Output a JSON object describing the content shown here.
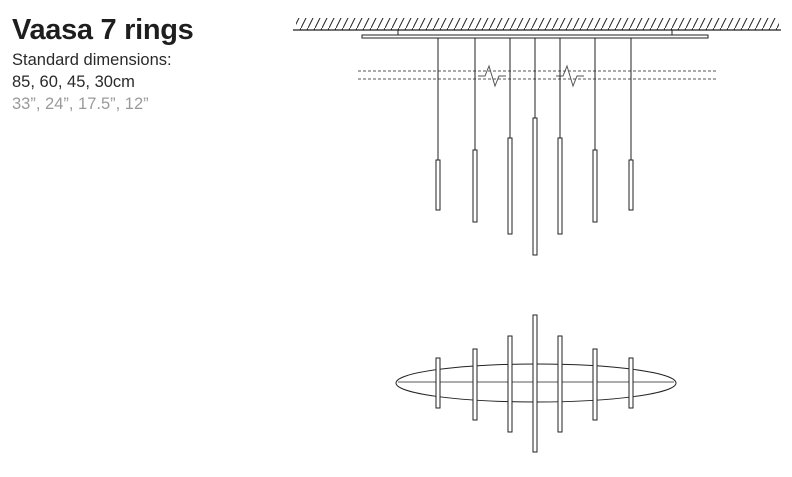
{
  "product": {
    "title": "Vaasa 7 rings",
    "subtitle": "Standard dimensions:",
    "dimensions_cm": "85, 60, 45, 30cm",
    "dimensions_in": "33”, 24”, 17.5”, 12”"
  },
  "colors": {
    "line": "#222222",
    "dash": "#555555",
    "ink": "#1e1e1e",
    "muted": "#9a9a9a"
  }
}
